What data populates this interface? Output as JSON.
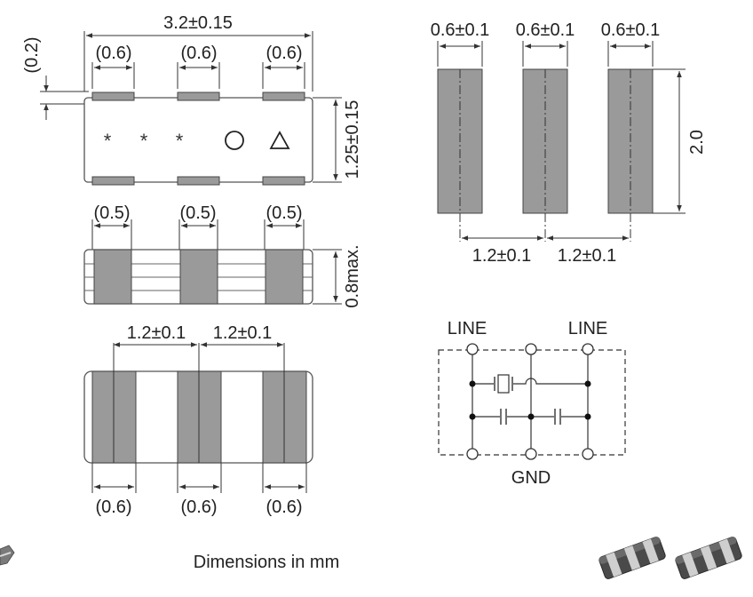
{
  "top_view": {
    "length": "3.2±0.15",
    "offset": "(0.2)",
    "pad_top": [
      "(0.6)",
      "(0.6)",
      "(0.6)"
    ],
    "width": "1.25±0.15",
    "marks": [
      "*",
      "*",
      "*",
      "○",
      "△"
    ]
  },
  "side_view": {
    "pads": [
      "(0.5)",
      "(0.5)",
      "(0.5)"
    ],
    "height": "0.8max."
  },
  "bottom_view": {
    "pitch": [
      "1.2±0.1",
      "1.2±0.1"
    ],
    "pads": [
      "(0.6)",
      "(0.6)",
      "(0.6)"
    ]
  },
  "land_pattern": {
    "pad_widths": [
      "0.6±0.1",
      "0.6±0.1",
      "0.6±0.1"
    ],
    "pad_length": "2.0",
    "pitch": [
      "1.2±0.1",
      "1.2±0.1"
    ]
  },
  "circuit": {
    "label_left": "LINE",
    "label_right": "LINE",
    "label_bottom": "GND"
  },
  "footer": {
    "units_note": "Dimensions in mm"
  }
}
